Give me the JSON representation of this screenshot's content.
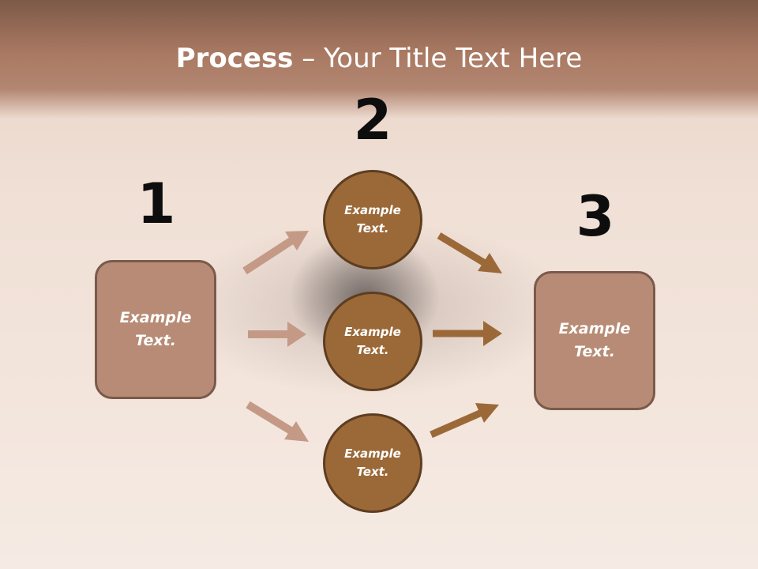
{
  "slide": {
    "title_bold": "Process",
    "title_rest": " – Your Title Text Here",
    "steps": [
      {
        "number": "1",
        "text_line1": "Example",
        "text_line2": "Text."
      },
      {
        "number": "2",
        "text_line1": "Example",
        "text_line2": "Text."
      },
      {
        "number": "3",
        "text_line1": "Example",
        "text_line2": "Text."
      }
    ],
    "circles": [
      {
        "line1": "Example",
        "line2": "Text."
      },
      {
        "line1": "Example",
        "line2": "Text."
      },
      {
        "line1": "Example",
        "line2": "Text."
      }
    ]
  },
  "colors": {
    "header": "#a97962",
    "box_fill": "#b78b75",
    "circle_fill": "#9b6938",
    "arrow_left": "#c49a86",
    "arrow_right": "#9b6938"
  }
}
